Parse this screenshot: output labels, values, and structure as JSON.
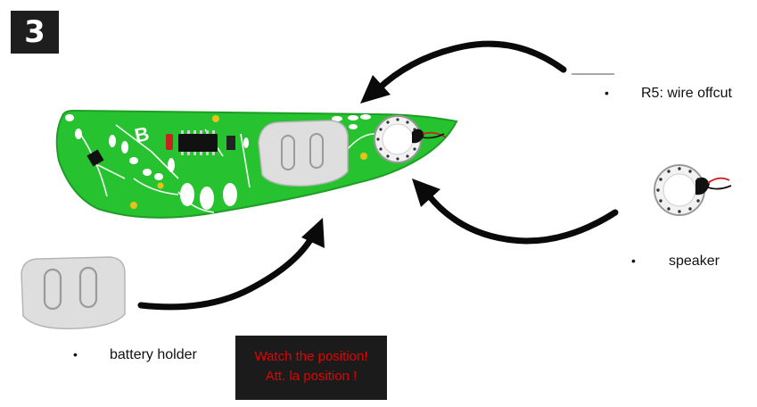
{
  "step": {
    "number": "3"
  },
  "labels": {
    "bullet_glyph": "•",
    "r5": "R5: wire offcut",
    "speaker": "speaker",
    "battery_holder": "battery holder"
  },
  "board": {
    "silkscreen_letter": "B"
  },
  "warning": {
    "line1": "Watch the position!",
    "line2": "Att. la position !",
    "text_color": "#e60000",
    "background": "#1b1b1b"
  },
  "colors": {
    "pcb_green": "#27c22f",
    "pcb_edge": "#1e9e26",
    "arrow": "#0a0a0a",
    "holder_fill": "#dedede",
    "holder_edge": "#b5b5b5"
  },
  "icons": {
    "speaker": "speaker-icon",
    "battery_holder": "battery-holder-icon",
    "wire_offcut": "wire-offcut-icon"
  }
}
